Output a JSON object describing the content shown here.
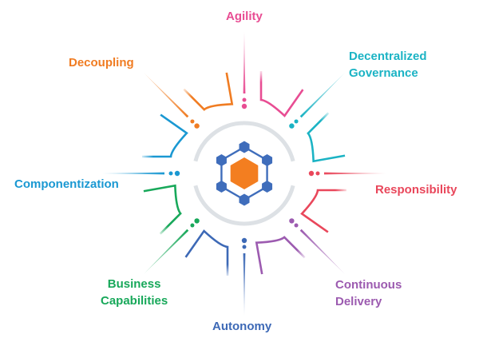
{
  "title": "Microservices Characteristics",
  "center_icon": "hexagon-network-icon",
  "colors": {
    "ring": "#dde1e5",
    "hub_node": "#3f6dbb",
    "hub_core": "#f37e20"
  },
  "characteristics": [
    {
      "id": "agility",
      "label": "Agility",
      "lines": [
        "Agility"
      ],
      "color": "#e84d93"
    },
    {
      "id": "decentralized-governance",
      "label": "Decentralized Governance",
      "lines": [
        "Decentralized",
        "Governance"
      ],
      "color": "#1bb3c4"
    },
    {
      "id": "responsibility",
      "label": "Responsibility",
      "lines": [
        "Responsibility"
      ],
      "color": "#e9475b"
    },
    {
      "id": "continuous-delivery",
      "label": "Continuous Delivery",
      "lines": [
        "Continuous",
        "Delivery"
      ],
      "color": "#9c5bb0"
    },
    {
      "id": "autonomy",
      "label": "Autonomy",
      "lines": [
        "Autonomy"
      ],
      "color": "#3d69b6"
    },
    {
      "id": "business-capabilities",
      "label": "Business Capabilities",
      "lines": [
        "Business",
        "Capabilities"
      ],
      "color": "#18a85a"
    },
    {
      "id": "componentization",
      "label": "Componentization",
      "lines": [
        "Componentization"
      ],
      "color": "#1a98d2"
    },
    {
      "id": "decoupling",
      "label": "Decoupling",
      "lines": [
        "Decoupling"
      ],
      "color": "#f07c22"
    }
  ]
}
